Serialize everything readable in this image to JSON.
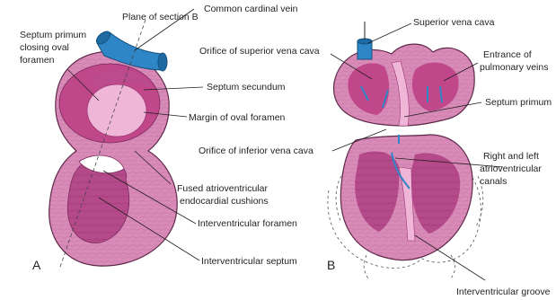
{
  "labels": {
    "plane_of_section": "Plane of section B",
    "common_cardinal_vein": "Common cardinal vein",
    "septum_primum_closing_1": "Septum primum",
    "septum_primum_closing_2": "closing oval",
    "septum_primum_closing_3": "foramen",
    "septum_secundum": "Septum secundum",
    "margin_oval_foramen": "Margin of oval foramen",
    "fused_av_cushions_1": "Fused atrioventricular",
    "fused_av_cushions_2": "endocardial cushions",
    "interventricular_foramen": "Interventricular foramen",
    "interventricular_septum": "Interventricular septum",
    "superior_vena_cava": "Superior vena cava",
    "orifice_superior_vena_cava": "Orifice of superior vena cava",
    "entrance_pulmonary_1": "Entrance of",
    "entrance_pulmonary_2": "pulmonary veins",
    "septum_primum": "Septum primum",
    "orifice_inferior_vena_cava": "Orifice of inferior vena cava",
    "av_canals_1": "Right and left",
    "av_canals_2": "atrioventricular",
    "av_canals_3": "canals",
    "interventricular_groove": "Interventricular groove",
    "panel_a": "A",
    "panel_b": "B"
  },
  "colors": {
    "tissue": "#d98bb8",
    "tissue_dark": "#b84d8e",
    "cavity": "#c0478a",
    "oval_foramen": "#efb6d8",
    "vein": "#2f86c6",
    "outline": "#5e2a4a"
  }
}
